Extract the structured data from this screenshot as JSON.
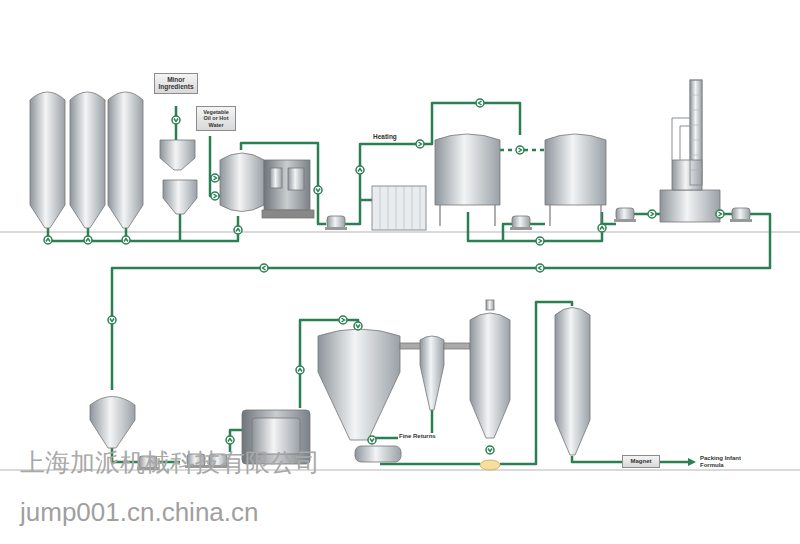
{
  "diagram": {
    "nodes": [
      {
        "text": [
          "Minor Ingredients"
        ]
      },
      {
        "text": [
          "Vegetable Oil or Hot Water"
        ]
      },
      {
        "text": [
          "Magnet"
        ]
      }
    ],
    "labels": [
      "Heating",
      "Fine Returns",
      "Packing Infant Formula",
      "上海加派机械科技有限公司",
      "jump001.cn.china.cn"
    ]
  }
}
